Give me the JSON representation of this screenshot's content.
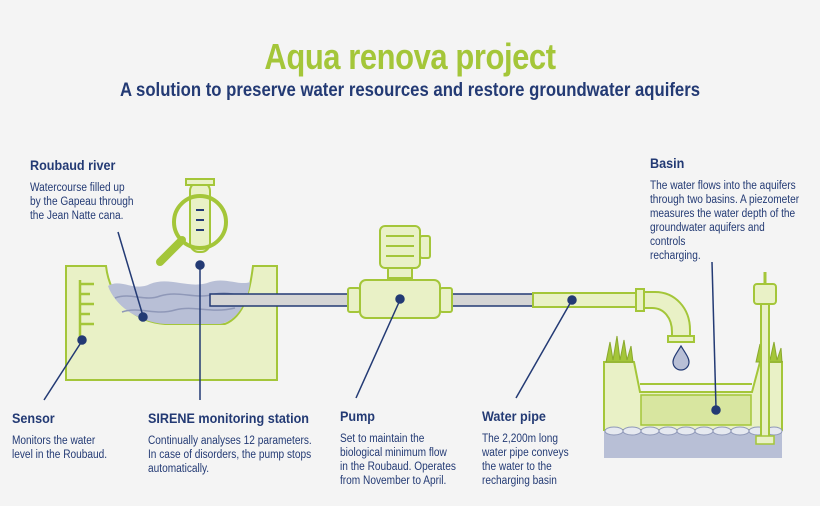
{
  "title": "Aqua renova project",
  "subtitle": "A solution to preserve water resources and restore groundwater aquifers",
  "colors": {
    "green": "#a4c639",
    "light_green": "#e9f1c6",
    "navy": "#233a74",
    "water": "#b8bfd6",
    "pipe": "#d5d5d5"
  },
  "labels": {
    "roubaud": {
      "title": "Roubaud river",
      "lines": [
        "Watercourse filled up",
        "by the Gapeau through",
        "the Jean Natte cana."
      ]
    },
    "sensor": {
      "title": "Sensor",
      "lines": [
        "Monitors the water",
        "level in the Roubaud."
      ]
    },
    "sirene": {
      "title": "SIRENE monitoring station",
      "lines": [
        "Continually analyses 12 parameters.",
        "In case of disorders, the pump stops",
        "automatically."
      ]
    },
    "pump": {
      "title": "Pump",
      "lines": [
        "Set to maintain the",
        "biological minimum flow",
        "in the Roubaud. Operates",
        "from November to April."
      ]
    },
    "pipe": {
      "title": "Water pipe",
      "lines": [
        "The 2,200m long",
        "water pipe conveys",
        "the water to the",
        "recharging basin"
      ]
    },
    "basin": {
      "title": "Basin",
      "lines": [
        "The water flows into the aquifers",
        "through two basins. A piezometer",
        "measures the water depth of the",
        "groundwater aquifers and controls",
        "recharging."
      ]
    }
  }
}
